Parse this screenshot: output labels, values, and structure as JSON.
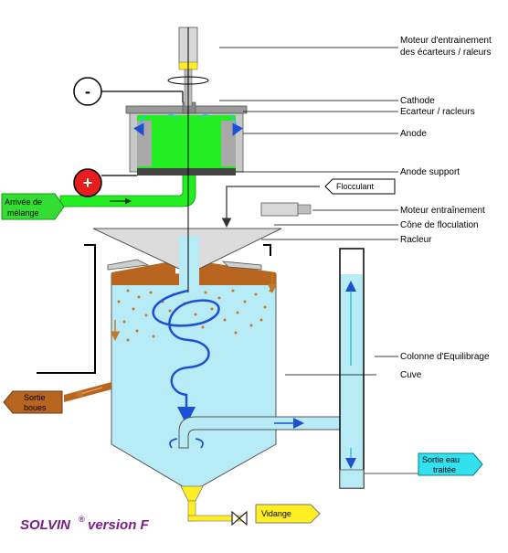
{
  "labels": {
    "moteur_ecarteurs_1": "Moteur d'entrainement",
    "moteur_ecarteurs_2": "des écarteurs / raleurs",
    "cathode": "Cathode",
    "ecarteur": "Ecarteur / racleurs",
    "anode": "Anode",
    "anode_support": "Anode support",
    "moteur_entrainement": "Moteur entraînement",
    "cone": "Cône de floculation",
    "racleur": "Racleur",
    "colonne": "Colonne d'Equilibrage",
    "cuve": "Cuve"
  },
  "tags": {
    "floculant": "Flocculant",
    "arrivee_1": "Arrivée de",
    "arrivee_2": "mélange",
    "sortie_boues_1": "Sortie",
    "sortie_boues_2": "boues",
    "sortie_eau_1": "Sortie eau",
    "sortie_eau_2": "traitée",
    "vidange": "Vidange"
  },
  "polarity": {
    "negative": "-",
    "positive": "+"
  },
  "footer": {
    "title": "SOLVIN",
    "registered": "®",
    "version": "version F"
  },
  "colors": {
    "anode_green": "#22ee22",
    "water": "#b7ecf6",
    "sludge": "#b8651f",
    "tag_green": "#33dd33",
    "tag_cyan": "#33e0ee",
    "tag_yellow": "#ffee22",
    "flow_blue": "#1e50d6",
    "title_purple": "#7a1f86"
  }
}
